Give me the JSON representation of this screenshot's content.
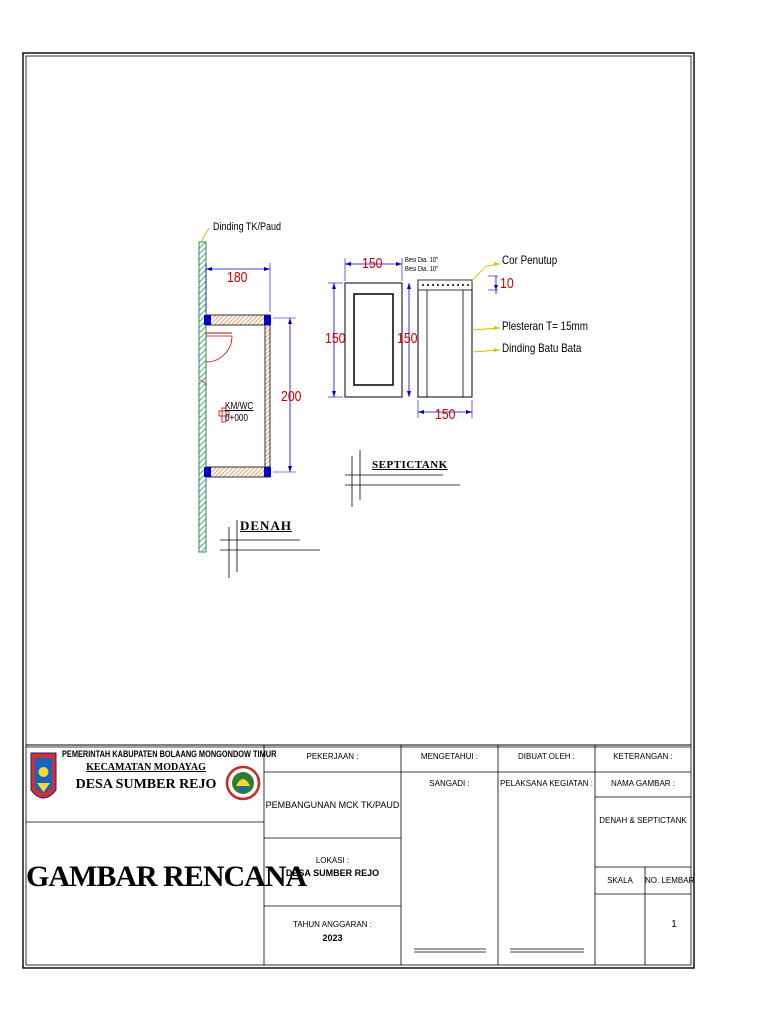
{
  "drawing": {
    "denah": {
      "wall_label": "Dinding TK/Paud",
      "width_dim": "180",
      "depth_dim": "200",
      "room_label": "KM/WC",
      "level_label": "0+000",
      "title": "DENAH"
    },
    "septictank": {
      "plan_width_dim": "150",
      "plan_height_dim": "150",
      "section_height_dim": "150",
      "section_width_dim": "150",
      "rebar_1": "Besi Dia. 10\"",
      "rebar_2": "Besi Dia. 10\"",
      "cover_label": "Cor Penutup",
      "cover_thickness": "10",
      "plaster_label": "Plesteran T= 15mm",
      "wall_label": "Dinding Batu Bata",
      "title": "SEPTICTANK"
    }
  },
  "title_block": {
    "government": "PEMERINTAH KABUPATEN BOLAANG MONGONDOW TIMUR",
    "kecamatan": "KECAMATAN MODAYAG",
    "desa": "DESA SUMBER REJO",
    "drawing_type": "GAMBAR RENCANA",
    "pekerjaan_label": "PEKERJAAN :",
    "pekerjaan_value": "PEMBANGUNAN MCK TK/PAUD",
    "lokasi_label": "LOKASI :",
    "lokasi_value": "DESA SUMBER REJO",
    "tahun_label": "TAHUN ANGGARAN :",
    "tahun_value": "2023",
    "mengetahui_label": "MENGETAHUI :",
    "mengetahui_role": "SANGADI :",
    "dibuat_label": "DIBUAT OLEH :",
    "dibuat_role": "PELAKSANA KEGIATAN :",
    "keterangan_label": "KETERANGAN :",
    "nama_gambar_label": "NAMA GAMBAR :",
    "nama_gambar_value": "DENAH & SEPTICTANK",
    "skala_label": "SKALA",
    "no_lembar_label": "NO. LEMBAR",
    "no_lembar_value": "1"
  },
  "colors": {
    "dimension": "#cc0000",
    "annotation": "#0000cc",
    "leader": "#e6b800",
    "wall_hatch": "#2e8b57",
    "brick_hatch": "#e07020",
    "column": "#0000cc"
  }
}
